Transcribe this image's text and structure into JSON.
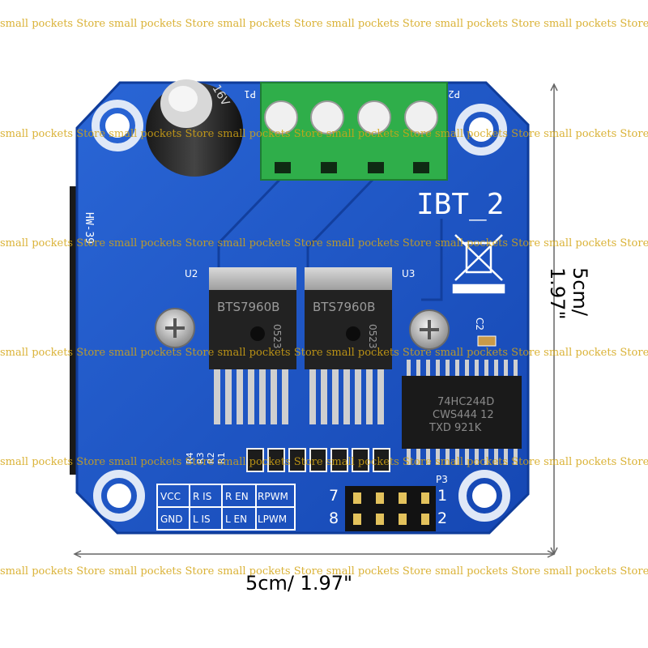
{
  "board": {
    "model_label": "IBT_2",
    "side_label": "HW-39",
    "chip_u2_marking": "BTS7960B",
    "chip_u3_marking": "BTS7960B",
    "chip_u2_code": "0523",
    "chip_u3_code": "0523",
    "ref_u2": "U2",
    "ref_u3": "U3",
    "ref_p1": "P1",
    "ref_p2": "P2",
    "ref_p3": "P3",
    "ref_c2": "C2",
    "ic_line1": "74HC244D",
    "ic_line2": "CWS444 12",
    "ic_line3": "TXD 921K",
    "capacitor_marking": "16V",
    "resistor_labels": [
      "R4",
      "R3",
      "R2",
      "R1"
    ],
    "pin_table": {
      "row1": [
        "VCC",
        "R IS",
        "R EN",
        "RPWM"
      ],
      "row2": [
        "GND",
        "L IS",
        "L EN",
        "LPWM"
      ]
    },
    "header_left_numbers": [
      "7",
      "8"
    ],
    "header_right_numbers": [
      "1",
      "2"
    ]
  },
  "dimensions": {
    "width_label": "5cm/ 1.97\"",
    "height_label": "5cm/ 1.97\""
  },
  "watermark": {
    "text": "small pockets Store"
  },
  "colors": {
    "pcb": "#1d57c8",
    "pcb_edge": "#0f3c9a",
    "terminal": "#2fae4a",
    "watermark": "#d4a514"
  }
}
